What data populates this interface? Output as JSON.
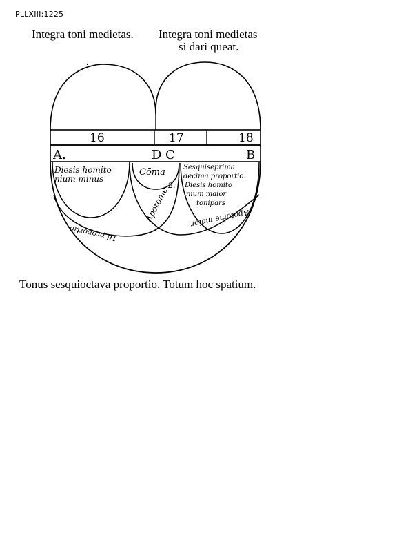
{
  "reference": "PLLXIII:1225",
  "captions": {
    "top_left": "Integra toni medietas.",
    "top_right_line1": "Integra toni medietas",
    "top_right_line2": "si dari queat.",
    "bottom": "Tonus sesquioctava proportio. Totum hoc spatium."
  },
  "scale": {
    "numbers": [
      "16",
      "17",
      "18"
    ],
    "letters": [
      "A.",
      "D",
      "C",
      "B"
    ]
  },
  "segments": {
    "left_line1": "Diesis homito",
    "left_line2": "nium minus",
    "middle": "Cōma",
    "right_line1": "Sesquiseprima",
    "right_line2": "decima proportio.",
    "right_line3": "Diesis homito",
    "right_line4": "nium maior",
    "right_line5": "tonipars",
    "apotome": "Apotome",
    "small_num": "2.",
    "arc_left": "16 proportio",
    "arc_right": "Apotome maior"
  },
  "colors": {
    "ink": "#000000",
    "paper": "#ffffff"
  }
}
